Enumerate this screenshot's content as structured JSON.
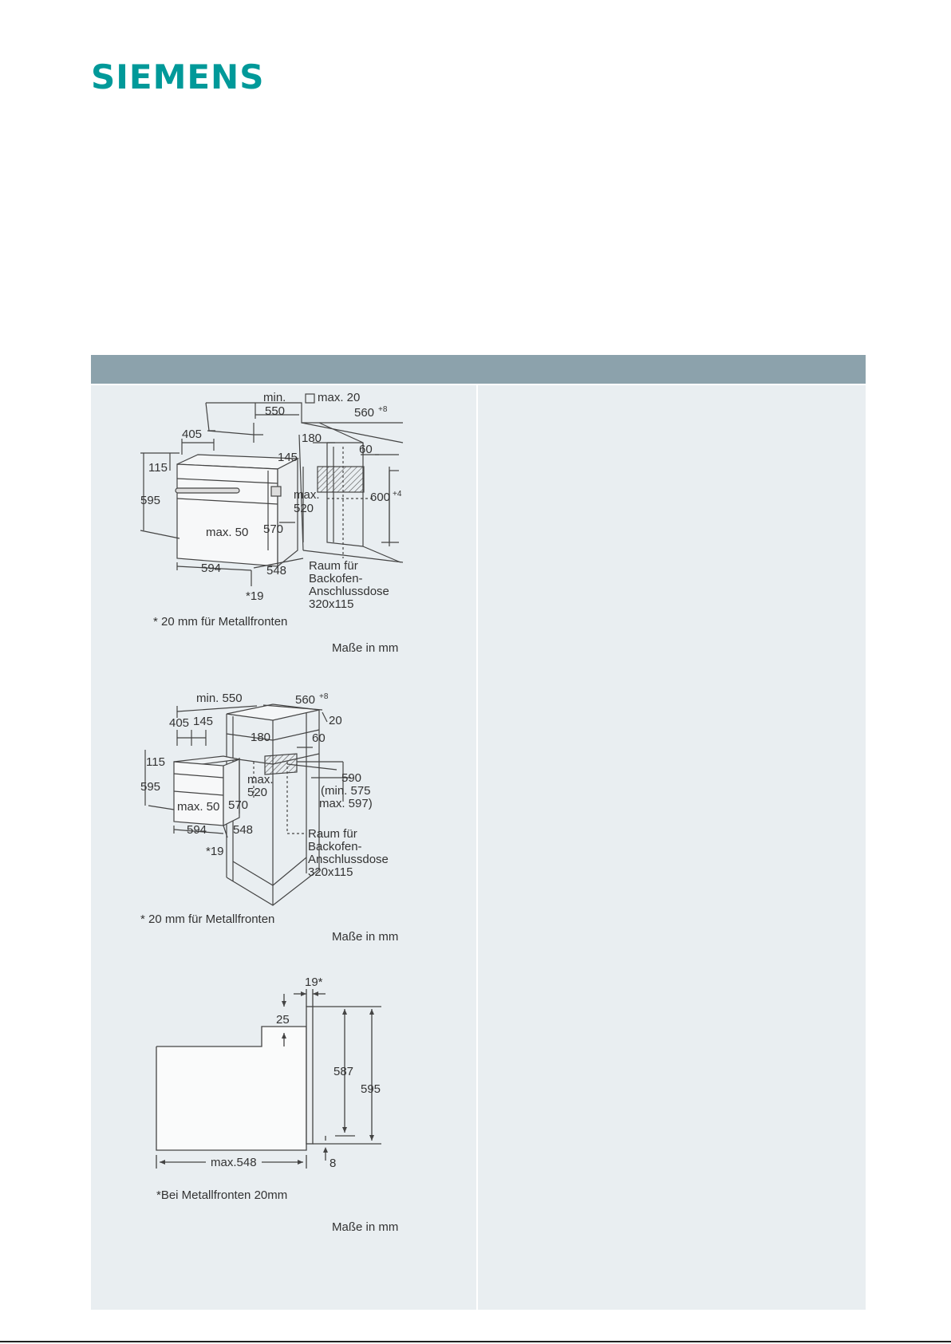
{
  "brand": {
    "logo_text": "SIEMENS",
    "color": "#009999"
  },
  "header_bar": {
    "color": "#8ca2ac"
  },
  "figure1": {
    "min": "min.",
    "d550": "550",
    "max20": "max. 20",
    "d560": "560",
    "sup8": "+8",
    "d405": "405",
    "d180": "180",
    "d60": "60",
    "d145": "145",
    "d115": "115",
    "d595": "595",
    "max": "max.",
    "d520": "520",
    "d600": "600",
    "sup4": "+4",
    "max50": "max. 50",
    "d570": "570",
    "d594": "594",
    "d548": "548",
    "star19": "*19",
    "raum1": "Raum für",
    "raum2": "Backofen-",
    "raum3": "Anschlussdose",
    "raum4": "320x115",
    "note": "* 20 mm für Metallfronten",
    "units": "Maße in mm"
  },
  "figure2": {
    "min550": "min. 550",
    "d560": "560",
    "sup8": "+8",
    "d20": "20",
    "d405": "405",
    "d145": "145",
    "d180": "180",
    "d60": "60",
    "d115": "115",
    "d595": "595",
    "max": "max.",
    "d520": "520",
    "d590": "590",
    "min575": "(min. 575",
    "max597": "max. 597)",
    "max50": "max. 50",
    "d570": "570",
    "d594": "594",
    "d548": "548",
    "star19": "*19",
    "raum1": "Raum für",
    "raum2": "Backofen-",
    "raum3": "Anschlussdose",
    "raum4": "320x115",
    "note": "* 20 mm für Metallfronten",
    "units": "Maße in mm"
  },
  "figure3": {
    "d19": "19*",
    "d25": "25",
    "d587": "587",
    "d595": "595",
    "max548": "max.548",
    "d8": "8",
    "note": "*Bei Metallfronten 20mm",
    "units": "Maße in mm"
  }
}
